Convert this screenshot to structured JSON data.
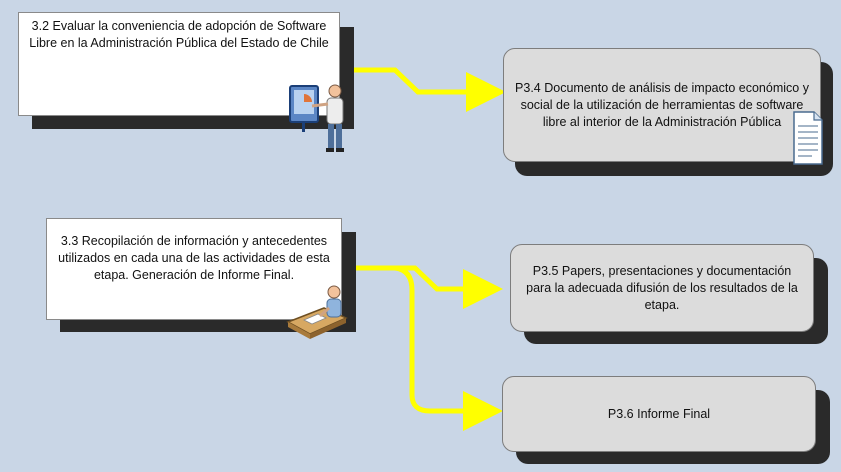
{
  "activities": [
    {
      "id": "a32",
      "text": "3.2 Evaluar la conveniencia de adopción de Software Libre en la Administración Pública del Estado de Chile"
    },
    {
      "id": "a33",
      "text": "3.3 Recopilación de información y antecedentes utilizados en cada una de las actividades de esta etapa. Generación de Informe Final."
    }
  ],
  "products": [
    {
      "id": "p34",
      "text": "P3.4 Documento de análisis de impacto económico y social de la utilización de herramientas de software libre al interior de la Administración Pública"
    },
    {
      "id": "p35",
      "text": "P3.5 Papers, presentaciones y documentación para la adecuada difusión de los resultados de la etapa."
    },
    {
      "id": "p36",
      "text": "P3.6 Informe Final"
    }
  ],
  "colors": {
    "background": "#c9d6e6",
    "connector": "#ffff00",
    "activity_fill": "#ffffff",
    "product_fill": "#dcdcdc",
    "shadow": "#2a2a2a"
  },
  "icons": [
    "presenter-at-board-icon",
    "person-at-desk-icon",
    "document-icon"
  ]
}
